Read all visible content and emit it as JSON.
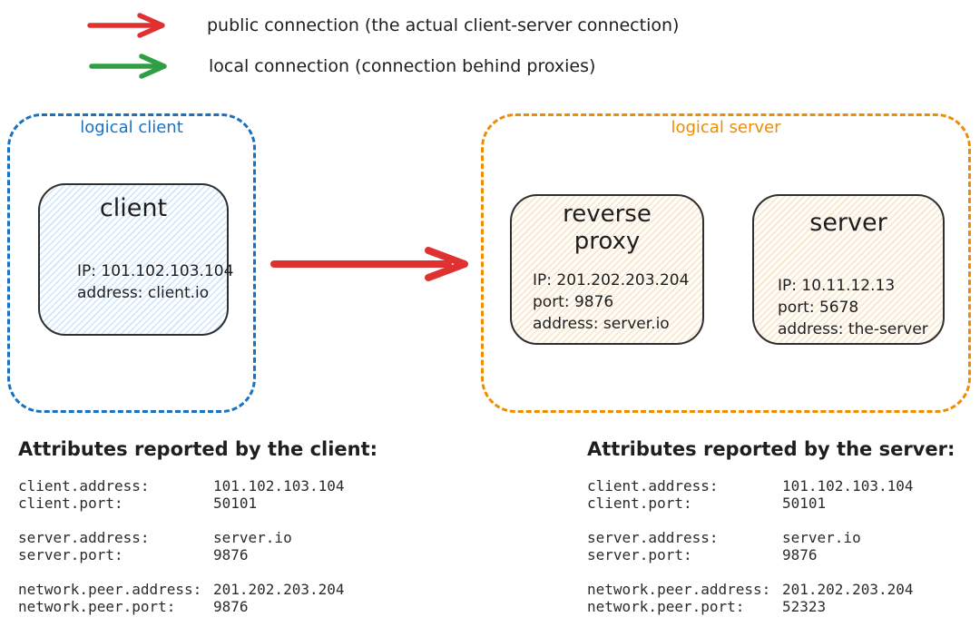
{
  "colors": {
    "public_connection": "#e03131",
    "local_connection": "#2f9e44",
    "logical_client_border": "#1971c2",
    "logical_server_border": "#f08c00",
    "node_stroke": "#2f2f2f",
    "client_fill_stripe": "#cfe5f7",
    "server_fill_stripe": "#f7e4ca",
    "text": "#1e1e1e",
    "mono_text": "#2b2b2b"
  },
  "legend": {
    "items": [
      {
        "name": "public-connection",
        "color": "#e03131",
        "label": "public connection (the actual client-server connection)"
      },
      {
        "name": "local-connection",
        "color": "#2f9e44",
        "label": "local connection (connection behind proxies)"
      }
    ]
  },
  "diagram": {
    "logical_client": {
      "label": "logical client",
      "nodes": [
        {
          "title": "client",
          "lines": [
            "IP: 101.102.103.104",
            "address: client.io"
          ]
        }
      ]
    },
    "logical_server": {
      "label": "logical server",
      "nodes": [
        {
          "title": "reverse proxy",
          "lines": [
            "IP: 201.202.203.204",
            "port: 9876",
            "address: server.io"
          ]
        },
        {
          "title": "server",
          "lines": [
            "IP: 10.11.12.13",
            "port: 5678",
            "address: the-server"
          ]
        }
      ]
    }
  },
  "panels": [
    {
      "heading": "Attributes reported by the client:",
      "groups": [
        {
          "rows": [
            {
              "key": "client.address:",
              "value": "101.102.103.104"
            },
            {
              "key": "client.port:",
              "value": "50101"
            }
          ]
        },
        {
          "rows": [
            {
              "key": "server.address:",
              "value": "server.io"
            },
            {
              "key": "server.port:",
              "value": "9876"
            }
          ]
        },
        {
          "rows": [
            {
              "key": "network.peer.address:",
              "value": "201.202.203.204"
            },
            {
              "key": "network.peer.port:",
              "value": "9876"
            }
          ]
        }
      ]
    },
    {
      "heading": "Attributes reported by the server:",
      "groups": [
        {
          "rows": [
            {
              "key": "client.address:",
              "value": "101.102.103.104"
            },
            {
              "key": "client.port:",
              "value": "50101"
            }
          ]
        },
        {
          "rows": [
            {
              "key": "server.address:",
              "value": "server.io"
            },
            {
              "key": "server.port:",
              "value": "9876"
            }
          ]
        },
        {
          "rows": [
            {
              "key": "network.peer.address:",
              "value": "201.202.203.204"
            },
            {
              "key": "network.peer.port:",
              "value": "52323"
            }
          ]
        }
      ]
    }
  ]
}
